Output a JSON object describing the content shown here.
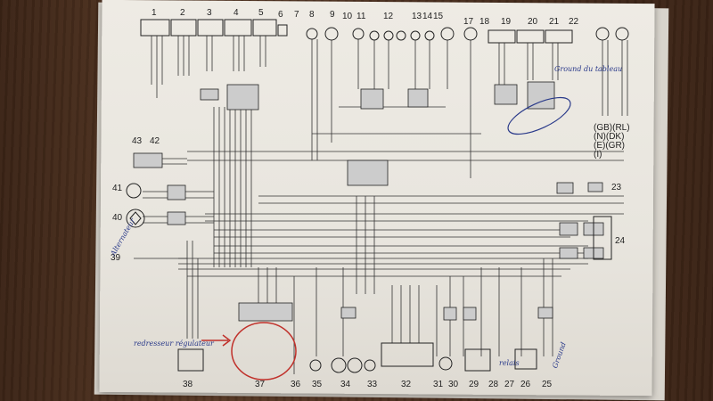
{
  "photo": {
    "subject": "",
    "top_numbers": [
      "1",
      "2",
      "3",
      "4",
      "5",
      "6",
      "7",
      "8",
      "9",
      "10",
      "11",
      "12",
      "13",
      "14",
      "15",
      "17",
      "18",
      "19",
      "20",
      "21",
      "22"
    ],
    "left_numbers": [
      "43",
      "42",
      "41",
      "40",
      "39"
    ],
    "bottom_numbers": [
      "38",
      "37",
      "36",
      "35",
      "34",
      "33",
      "32",
      "31",
      "30",
      "29",
      "28",
      "27",
      "26",
      "25"
    ],
    "right_numbers": [
      "23",
      "24"
    ],
    "legend_lines": [
      "(GB)(RL)",
      "(N)(DK)",
      "(E)(GR)",
      "(I)"
    ],
    "handwritten": {
      "regulator_note": "redresseur régulateur",
      "left_note": "Alternateur",
      "right_note": "Ground du tableau",
      "bottom_note": "Ground",
      "relay_note": "relais"
    },
    "colors": {
      "wood": "#4a2f1e",
      "paper": "#ebe8e1",
      "ink": "#222222",
      "annotation_blue": "#2a3a8a",
      "annotation_red": "#c0302a"
    }
  }
}
